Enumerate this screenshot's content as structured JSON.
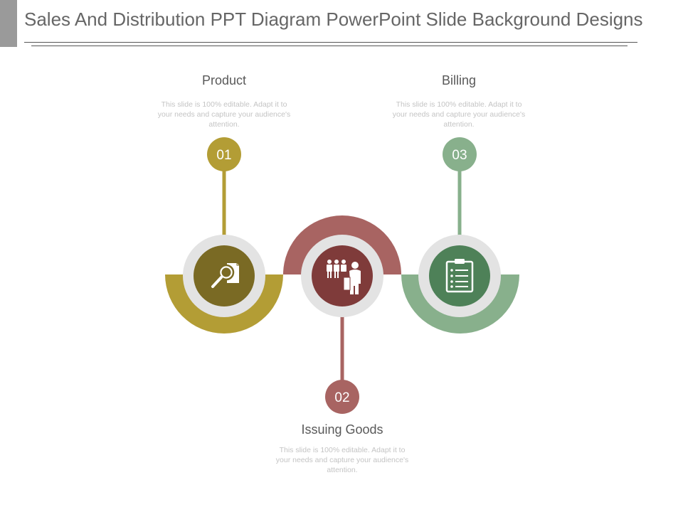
{
  "slide": {
    "title": "Sales And Distribution PPT Diagram PowerPoint Slide Background Designs"
  },
  "colors": {
    "accent_bar": "#9a9a9a",
    "gold": "#b39d35",
    "gold_dark": "#7a6a24",
    "red": "#a86462",
    "red_dark": "#7f3b3a",
    "green": "#88b08c",
    "green_dark": "#4e8158",
    "ring": "#e3e3e3"
  },
  "steps": [
    {
      "number": "01",
      "heading": "Product",
      "description": "This slide is 100% editable. Adapt it to your needs and capture your audience's attention.",
      "icon": "document-search-icon"
    },
    {
      "number": "02",
      "heading": "Issuing Goods",
      "description": "This slide is 100% editable. Adapt it to your needs and capture your audience's attention.",
      "icon": "team-presentation-icon"
    },
    {
      "number": "03",
      "heading": "Billing",
      "description": "This slide is 100% editable. Adapt it to your needs and capture your audience's attention.",
      "icon": "clipboard-checklist-icon"
    }
  ]
}
